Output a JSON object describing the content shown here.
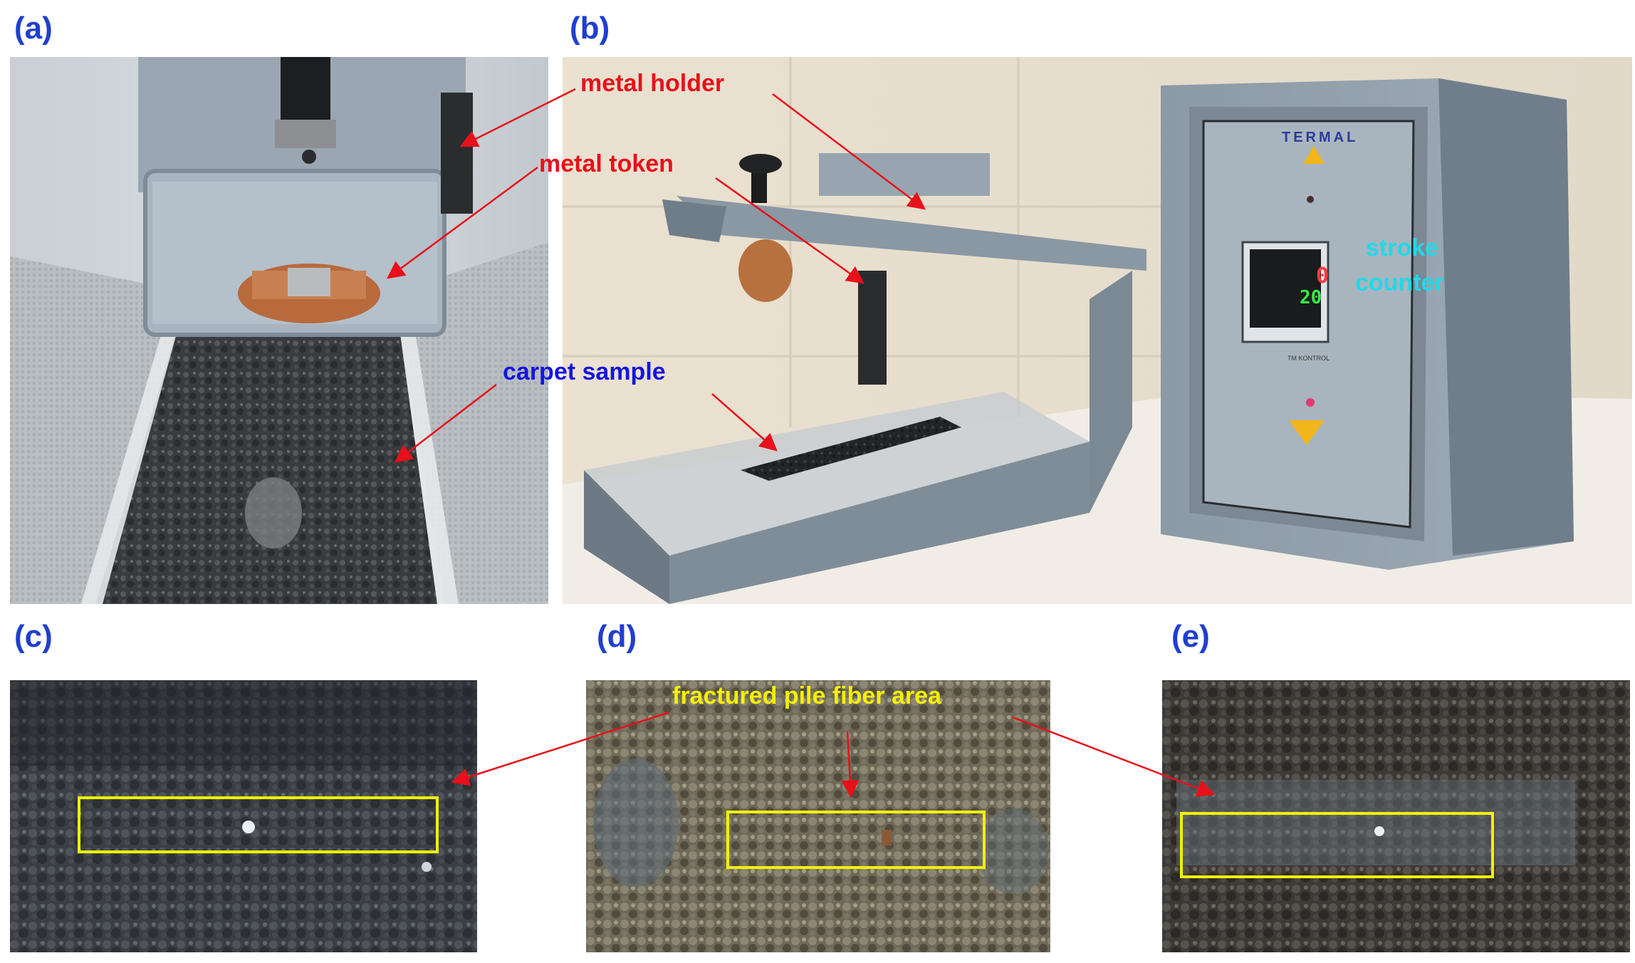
{
  "panels": {
    "a": "(a)",
    "b": "(b)",
    "c": "(c)",
    "d": "(d)",
    "e": "(e)"
  },
  "annotations": {
    "metal_holder": "metal holder",
    "metal_token": "metal token",
    "carpet_sample": "carpet sample",
    "stroke_counter_line1": "stroke",
    "stroke_counter_line2": "counter",
    "fractured_area": "fractured pile fiber area"
  },
  "device": {
    "brand": "TERMAL",
    "display_top": "0",
    "display_bottom": "20",
    "control_label": "TM KONTROL"
  },
  "colors": {
    "panel_label": "#1f3fd0",
    "red_label": "#e8101a",
    "blue_label": "#1414e0",
    "cyan_label": "#22d8e8",
    "yellow_label": "#f4f000",
    "highlight_box": "#f2f000",
    "arrow": "#e8101a"
  }
}
